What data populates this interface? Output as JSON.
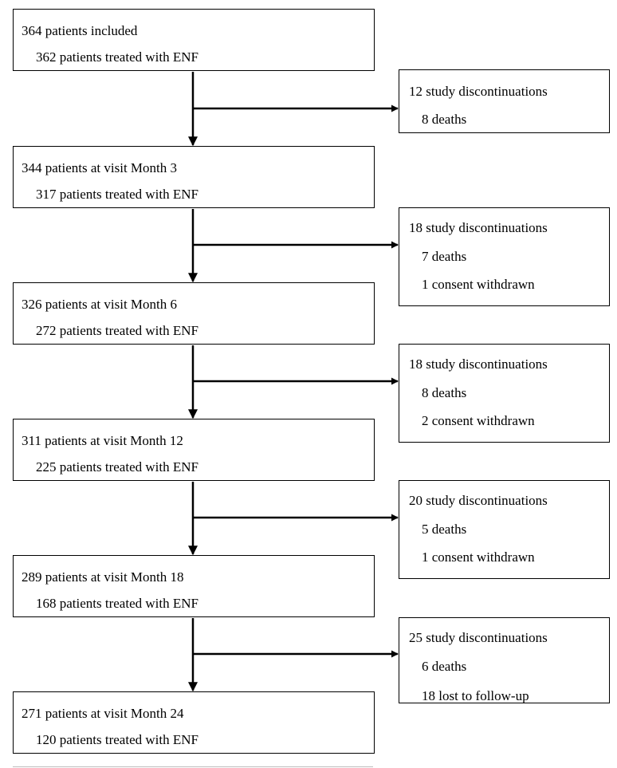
{
  "main_boxes": [
    {
      "title": "364 patients included",
      "subtitle": "362 patients treated with ENF"
    },
    {
      "title": "344 patients at visit Month 3",
      "subtitle": "317 patients treated with ENF"
    },
    {
      "title": "326 patients at visit Month 6",
      "subtitle": "272 patients treated with ENF"
    },
    {
      "title": "311 patients at visit Month 12",
      "subtitle": "225 patients treated with ENF"
    },
    {
      "title": "289 patients at visit Month 18",
      "subtitle": "168 patients treated with ENF"
    },
    {
      "title": "271 patients at visit Month 24",
      "subtitle": "120 patients treated with ENF"
    }
  ],
  "discontinuation_boxes": [
    {
      "title": "12 study discontinuations",
      "details": [
        "8 deaths"
      ]
    },
    {
      "title": "18 study discontinuations",
      "details": [
        "7 deaths",
        "1 consent withdrawn"
      ]
    },
    {
      "title": "18 study discontinuations",
      "details": [
        "8 deaths",
        "2 consent withdrawn"
      ]
    },
    {
      "title": "20 study discontinuations",
      "details": [
        "5 deaths",
        "1 consent withdrawn"
      ]
    },
    {
      "title": "25 study discontinuations",
      "details": [
        "6 deaths",
        "18 lost to follow-up"
      ]
    }
  ]
}
